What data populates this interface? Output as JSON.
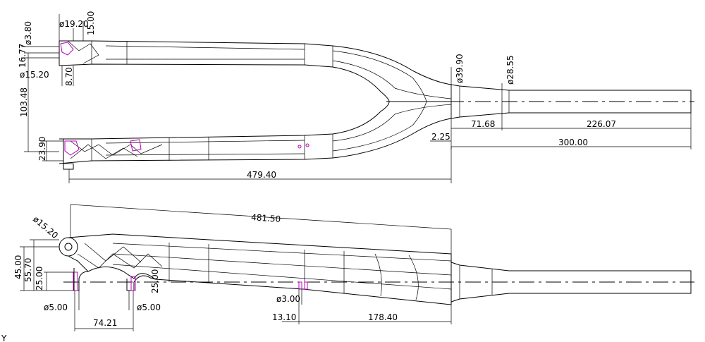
{
  "top_view": {
    "dims": {
      "d_3_80": "ø3.80",
      "d_19_20": "ø19.20",
      "v_15_00": "15.00",
      "v_16_77": "16.77",
      "d_15_20": "ø15.20",
      "v_8_70": "8.70",
      "v_103_48": "103.48",
      "v_23_90": "23.90",
      "d_39_90": "ø39.90",
      "d_28_55": "ø28.55",
      "h_71_68": "71.68",
      "h_226_07": "226.07",
      "h_2_25": "2.25",
      "h_300_00": "300.00",
      "h_479_40": "479.40"
    }
  },
  "side_view": {
    "dims": {
      "d_15_20": "ø15.20",
      "h_481_50": "481.50",
      "v_45_00": "45.00",
      "v_55_70": "55.70",
      "v_25_00_a": "25.00",
      "v_25_00_b": "25.00",
      "d_5_00_a": "ø5.00",
      "d_5_00_b": "ø5.00",
      "h_74_21": "74.21",
      "d_3_00": "ø3.00",
      "h_13_10": "13.10",
      "h_178_40": "178.40"
    }
  },
  "corner_label": "Y"
}
